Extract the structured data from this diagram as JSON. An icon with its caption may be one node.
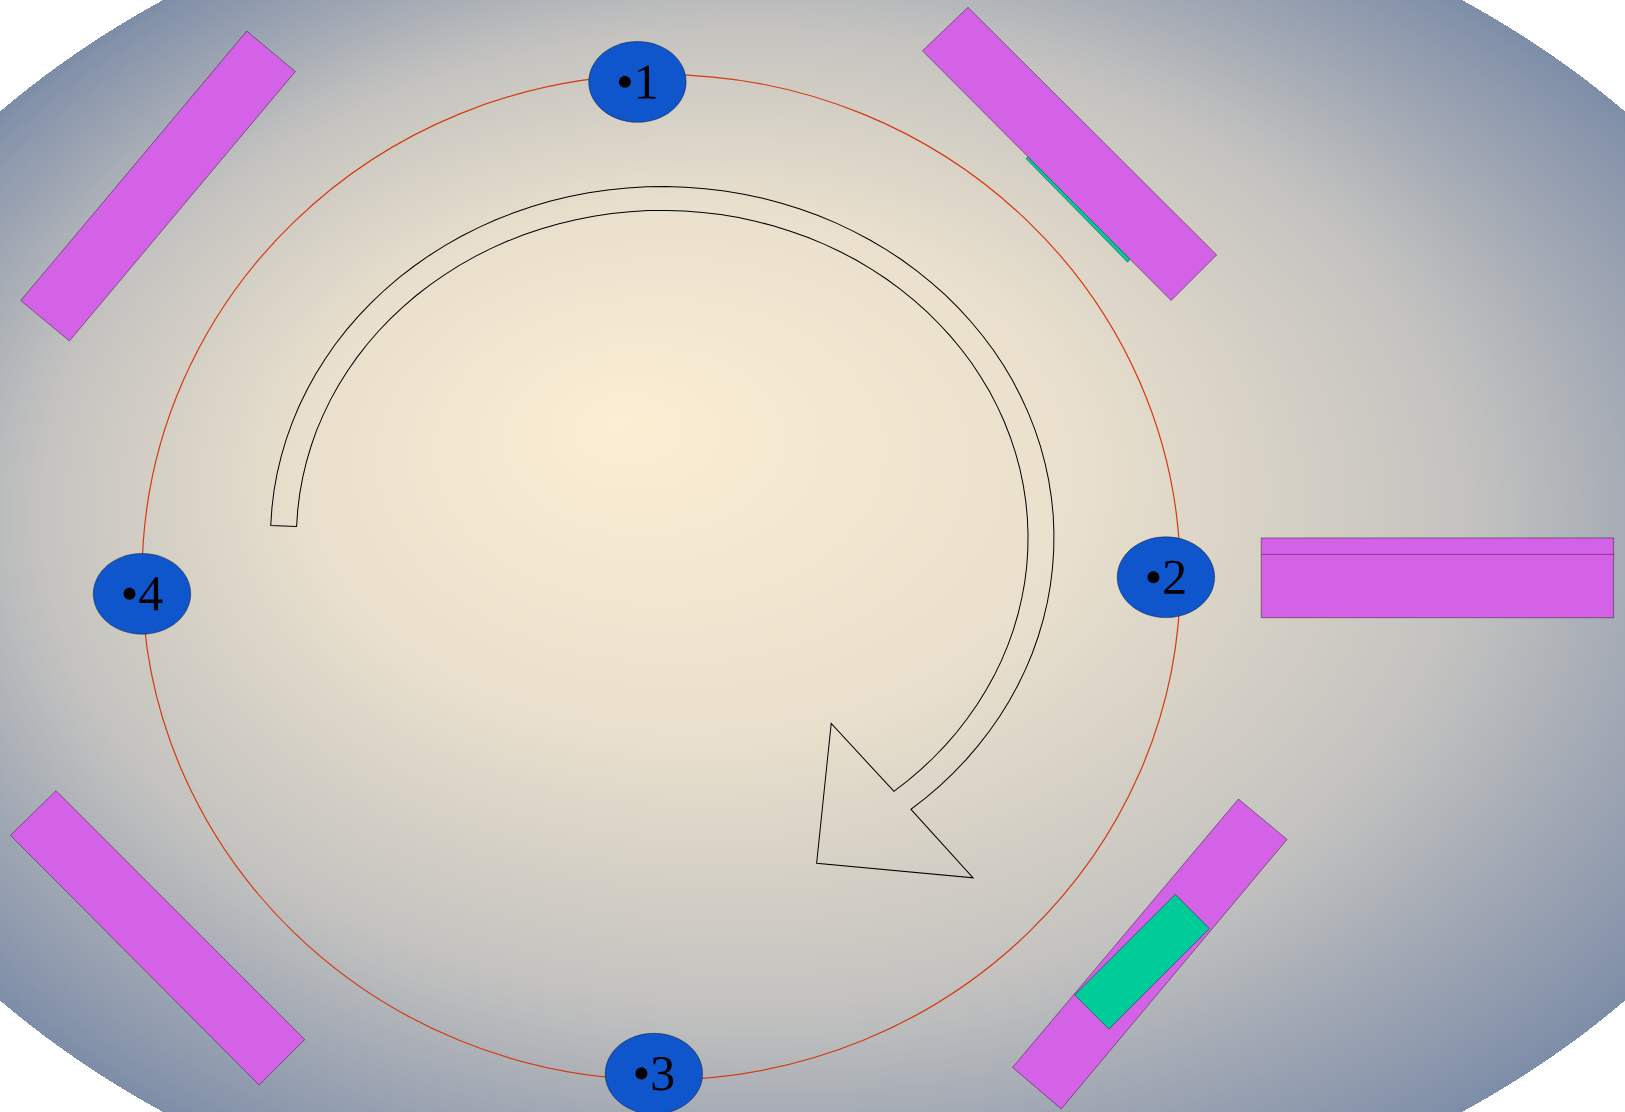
{
  "diagram": {
    "nodes": [
      {
        "text": [
          "•1"
        ]
      },
      {
        "text": [
          "•2"
        ]
      },
      {
        "text": [
          "•3"
        ]
      },
      {
        "text": [
          "•4"
        ]
      }
    ]
  }
}
